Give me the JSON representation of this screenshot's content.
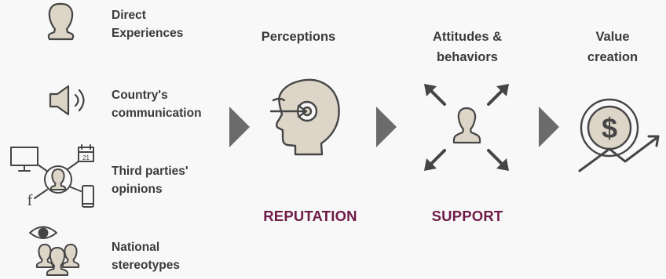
{
  "sources": [
    {
      "label": "Direct\nExperiences",
      "icon": "person-icon"
    },
    {
      "label": "Country's\ncommunication",
      "icon": "speaker-icon"
    },
    {
      "label": "Third parties'\nopinions",
      "icon": "third-parties-icon"
    },
    {
      "label": "National\nstereotypes",
      "icon": "people-eye-icon"
    }
  ],
  "stages": [
    {
      "heading": "Perceptions",
      "icon": "perceiving-head-icon"
    },
    {
      "heading": "Attitudes &\nbehaviors",
      "icon": "person-arrows-icon"
    },
    {
      "heading": "Value\ncreation",
      "icon": "dollar-growth-icon"
    }
  ],
  "outcomes": {
    "reputation": "REPUTATION",
    "support": "SUPPORT"
  },
  "colors": {
    "icon_fill": "#ddd5c7",
    "icon_stroke": "#454545",
    "arrow": "#6b6b6b",
    "outcome_text": "#6e1b47",
    "text": "#3a3a3a"
  }
}
